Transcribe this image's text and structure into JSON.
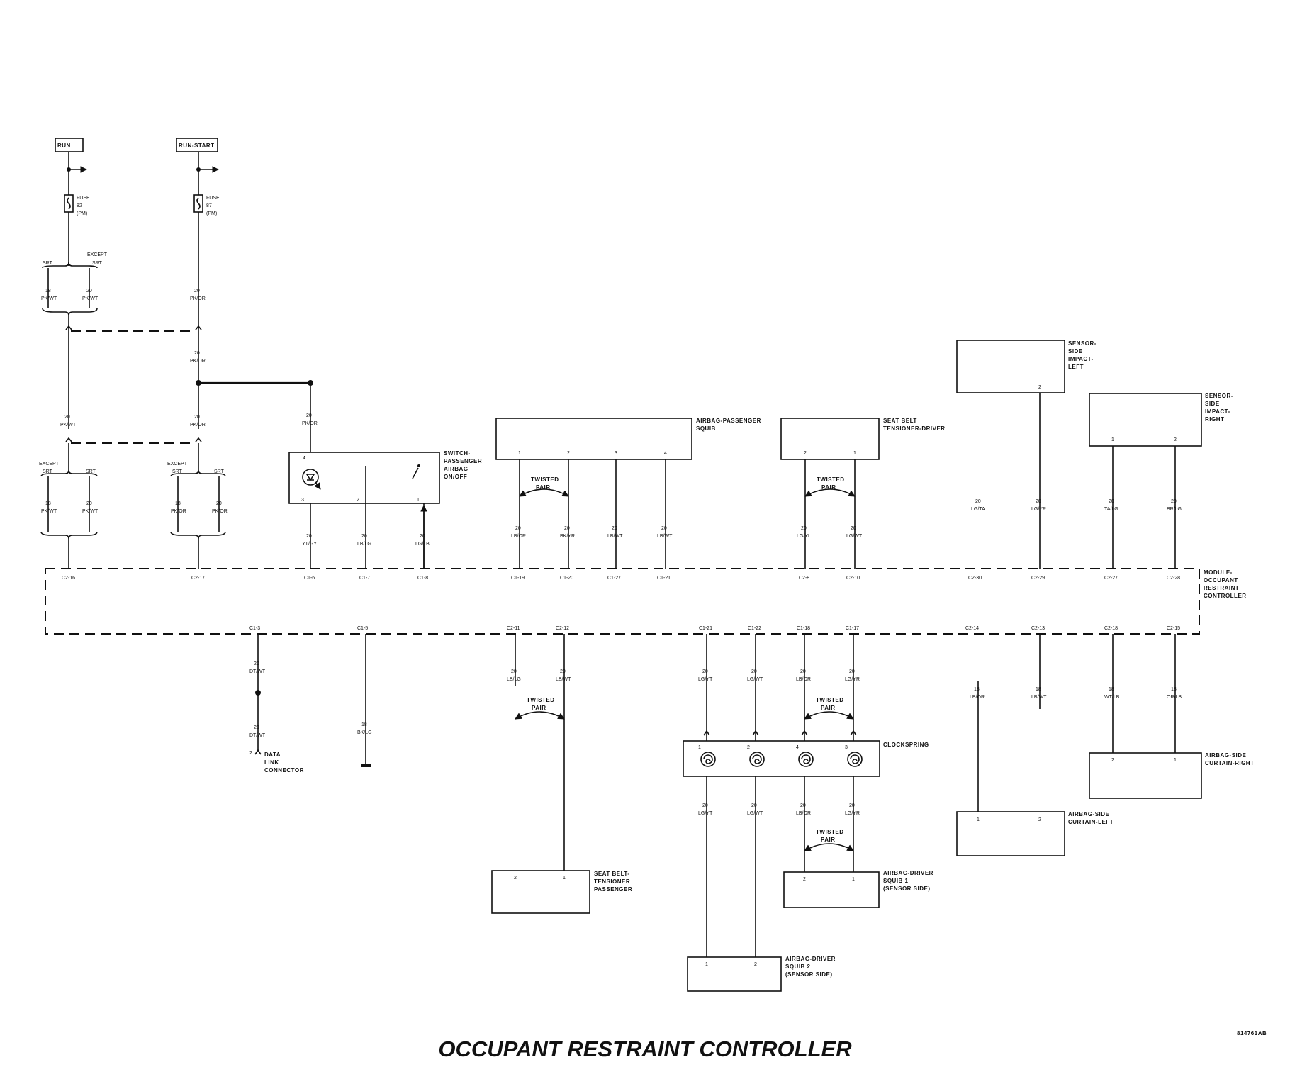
{
  "title": "OCCUPANT RESTRAINT CONTROLLER",
  "figure_id": "814761AB",
  "power": {
    "run": "RUN",
    "run_start": "RUN-START"
  },
  "fuses": {
    "left": [
      "FUSE",
      "82",
      "(PM)"
    ],
    "right": [
      "FUSE",
      "87",
      "(PM)"
    ]
  },
  "options": {
    "srt": "SRT",
    "except": "EXCEPT",
    "except_srt_left": "EXCEPT SRT"
  },
  "wires": {
    "pk_wt": [
      "18",
      "PK/WT"
    ],
    "pk_wt_20": [
      "20",
      "PK/WT"
    ],
    "pk_or": [
      "20",
      "PK/OR"
    ],
    "pk_or_18": [
      "18",
      "PK/OR"
    ],
    "yt_gy": [
      "20",
      "YT/GY"
    ],
    "lb_lg": [
      "20",
      "LB/LG"
    ],
    "lg_lb": [
      "20",
      "LG/LB"
    ],
    "lb_or": [
      "20",
      "LB/OR"
    ],
    "bk_yr": [
      "20",
      "BK/YR"
    ],
    "lb_wt": [
      "20",
      "LB/WT"
    ],
    "lb_wt2": [
      "20",
      "LB/WT"
    ],
    "lg_yl": [
      "20",
      "LG/YL"
    ],
    "lg_wt_a": [
      "20",
      "LG/WT"
    ],
    "lg_ta": [
      "20",
      "LG/TA"
    ],
    "lg_yr": [
      "20",
      "LG/YR"
    ],
    "ta_lg": [
      "20",
      "TA/LG"
    ],
    "br_lg": [
      "20",
      "BR/LG"
    ],
    "dt_wt": [
      "20",
      "DT/WT"
    ],
    "bk_lg": [
      "18",
      "BK/LG"
    ],
    "lb_lg2": [
      "20",
      "LB/LG"
    ],
    "lb_wt3": [
      "20",
      "LB/WT"
    ],
    "lg_yt": [
      "20",
      "LG/YT"
    ],
    "lg_wt": [
      "20",
      "LG/WT"
    ],
    "lb_or2": [
      "20",
      "LB/OR"
    ],
    "lg_yr2": [
      "20",
      "LG/YR"
    ],
    "lb_or3": [
      "18",
      "LB/OR"
    ],
    "lb_wt4": [
      "18",
      "LB/WT"
    ],
    "wt_lb": [
      "18",
      "WT/LB"
    ],
    "or_lb": [
      "18",
      "OR/LB"
    ]
  },
  "twisted_pair": "TWISTED PAIR",
  "module": {
    "label": [
      "MODULE-",
      "OCCUPANT",
      "RESTRAINT",
      "CONTROLLER"
    ],
    "top_pins": [
      "C2-16",
      "C2-17",
      "C1-6",
      "C1-7",
      "C1-8",
      "C1-19",
      "C1-20",
      "C1-27",
      "C1-21",
      "C2-8",
      "C2-10",
      "C2-30",
      "C2-29",
      "C2-27",
      "C2-28"
    ],
    "bottom_pins": [
      "C1-3",
      "C1-5",
      "C2-11",
      "C2-12",
      "C1-21",
      "C1-22",
      "C1-18",
      "C1-17",
      "C2-14",
      "C2-13",
      "C2-18",
      "C2-15"
    ]
  },
  "components": {
    "switch": [
      "SWITCH-",
      "PASSENGER",
      "AIRBAG",
      "ON/OFF"
    ],
    "switch_pins": [
      "4",
      "3",
      "2",
      "1"
    ],
    "airbag_pass": [
      "AIRBAG-PASSENGER",
      "SQUIB"
    ],
    "airbag_pass_pins": [
      "1",
      "2",
      "3",
      "4"
    ],
    "sbt_driver": [
      "SEAT BELT",
      "TENSIONER-DRIVER"
    ],
    "sbt_driver_pins": [
      "2",
      "1"
    ],
    "side_left": [
      "SENSOR-",
      "SIDE",
      "IMPACT-",
      "LEFT"
    ],
    "side_left_pin": "2",
    "side_right": [
      "SENSOR-",
      "SIDE",
      "IMPACT-",
      "RIGHT"
    ],
    "side_right_pins": [
      "1",
      "2"
    ],
    "dlc": [
      "DATA",
      "LINK",
      "CONNECTOR"
    ],
    "dlc_pin": "2",
    "clockspring": "CLOCKSPRING",
    "clockspring_pins": [
      "1",
      "2",
      "4",
      "3"
    ],
    "sbt_pass": [
      "SEAT BELT-",
      "TENSIONER",
      "PASSENGER"
    ],
    "sbt_pass_pins": [
      "2",
      "1"
    ],
    "driver_squib1": [
      "AIRBAG-DRIVER",
      "SQUIB 1",
      "(SENSOR SIDE)"
    ],
    "driver_squib1_pins": [
      "2",
      "1"
    ],
    "driver_squib2": [
      "AIRBAG-DRIVER",
      "SQUIB 2",
      "(SENSOR SIDE)"
    ],
    "driver_squib2_pins": [
      "1",
      "2"
    ],
    "curtain_left": [
      "AIRBAG-SIDE",
      "CURTAIN-LEFT"
    ],
    "curtain_left_pins": [
      "1",
      "2"
    ],
    "curtain_right": [
      "AIRBAG-SIDE",
      "CURTAIN-RIGHT"
    ],
    "curtain_right_pins": [
      "2",
      "1"
    ]
  }
}
